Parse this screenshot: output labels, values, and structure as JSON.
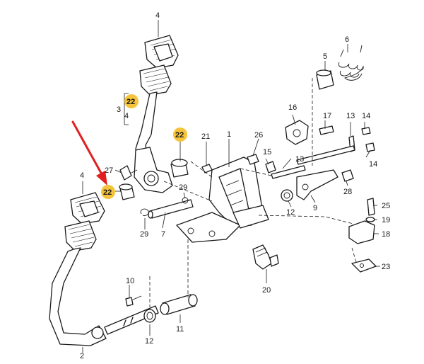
{
  "colors": {
    "highlight": "#f5c43a",
    "arrow": "#e02020",
    "line": "#1a1a1a"
  },
  "labels": {
    "l4_top": "4",
    "l22_brk": "22",
    "l3": "3",
    "l4_brk": "4",
    "l22_mid": "22",
    "l21": "21",
    "l1": "1",
    "l26": "26",
    "l16": "16",
    "l5": "5",
    "l6": "6",
    "l17": "17",
    "l13a": "13",
    "l14a": "14",
    "l14b": "14",
    "l15": "15",
    "l13b": "13",
    "l27": "27",
    "l4_left": "4",
    "l22_left": "22",
    "l29a": "29",
    "l29b": "29",
    "l7": "7",
    "l28": "28",
    "l12a": "12",
    "l9": "9",
    "l25": "25",
    "l19": "19",
    "l18": "18",
    "l23": "23",
    "l10": "10",
    "l12b": "12",
    "l11": "11",
    "l20": "20",
    "l2": "2"
  }
}
